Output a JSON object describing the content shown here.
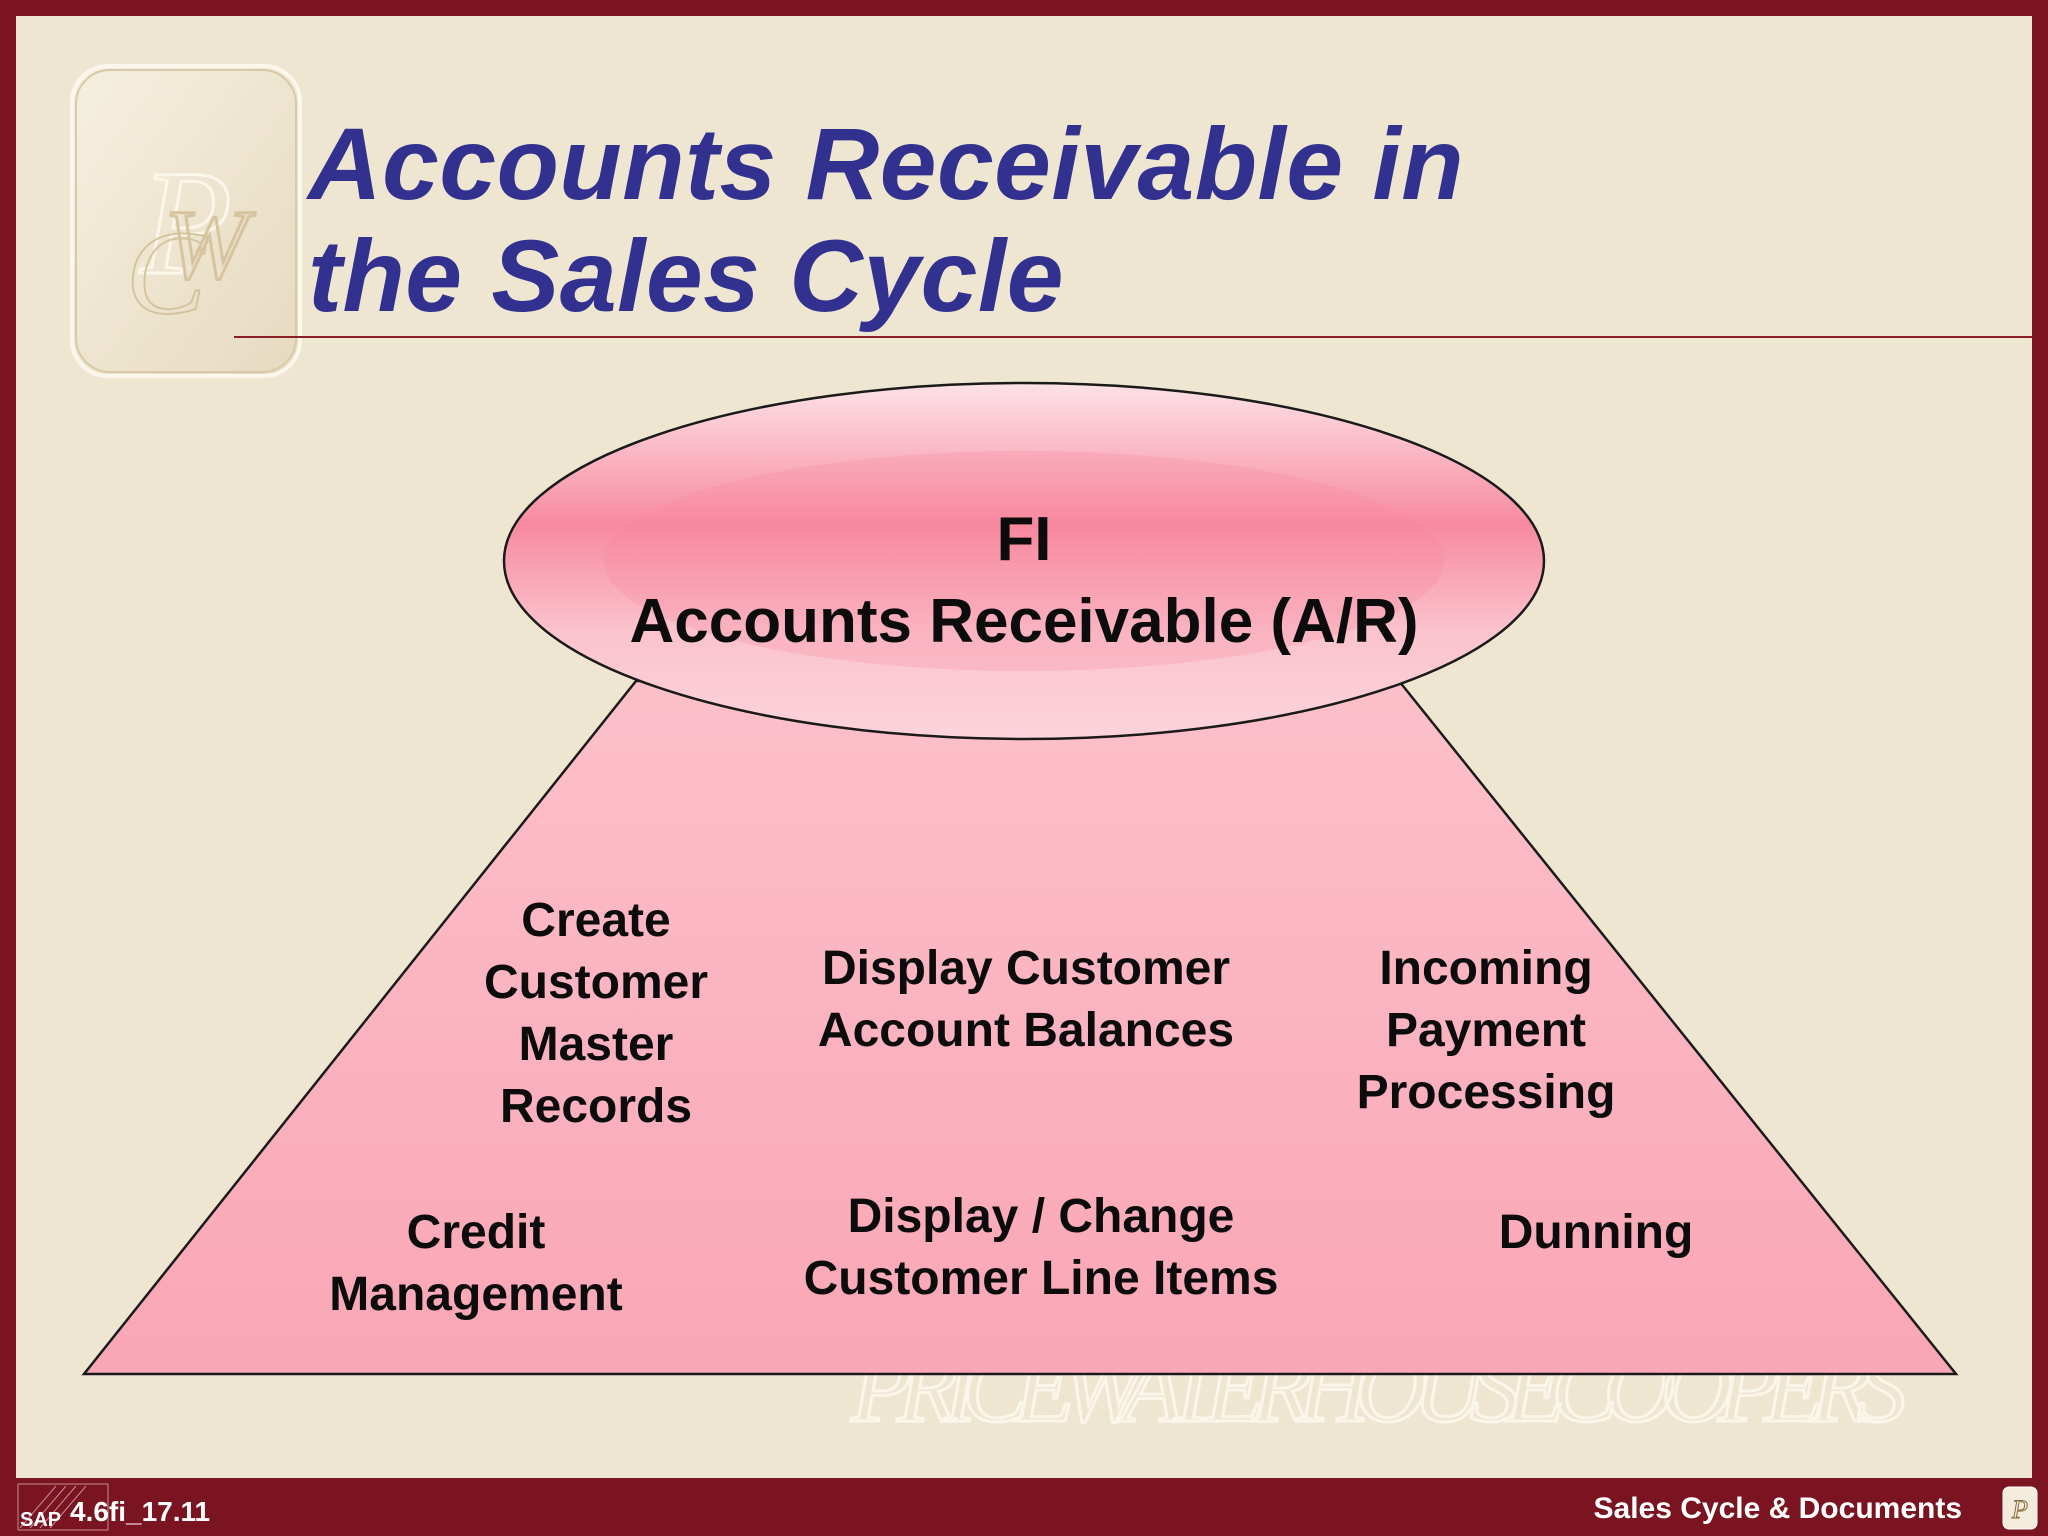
{
  "title": {
    "line1": "Accounts Receivable in",
    "line2": "the Sales Cycle"
  },
  "logo": {
    "text": "PwC"
  },
  "watermark": {
    "text": "PRICEWATERHOUSECOOPERS"
  },
  "oval": {
    "line1": "FI",
    "line2": "Accounts Receivable (A/R)"
  },
  "items": [
    {
      "text": "Create\nCustomer\nMaster\nRecords"
    },
    {
      "text": "Display Customer\nAccount Balances"
    },
    {
      "text": "Incoming\nPayment\nProcessing"
    },
    {
      "text": "Credit\nManagement"
    },
    {
      "text": "Display / Change\nCustomer Line Items"
    },
    {
      "text": "Dunning"
    }
  ],
  "footer": {
    "code": "4.6fi_17.11",
    "sap": "SAP",
    "title": "Sales Cycle & Documents"
  },
  "colors": {
    "frame": "#7a1420",
    "background": "#efe6d2",
    "title": "#33318f",
    "shape_fill": "#fbb0bd",
    "shape_highlight": "#f88a9e"
  }
}
